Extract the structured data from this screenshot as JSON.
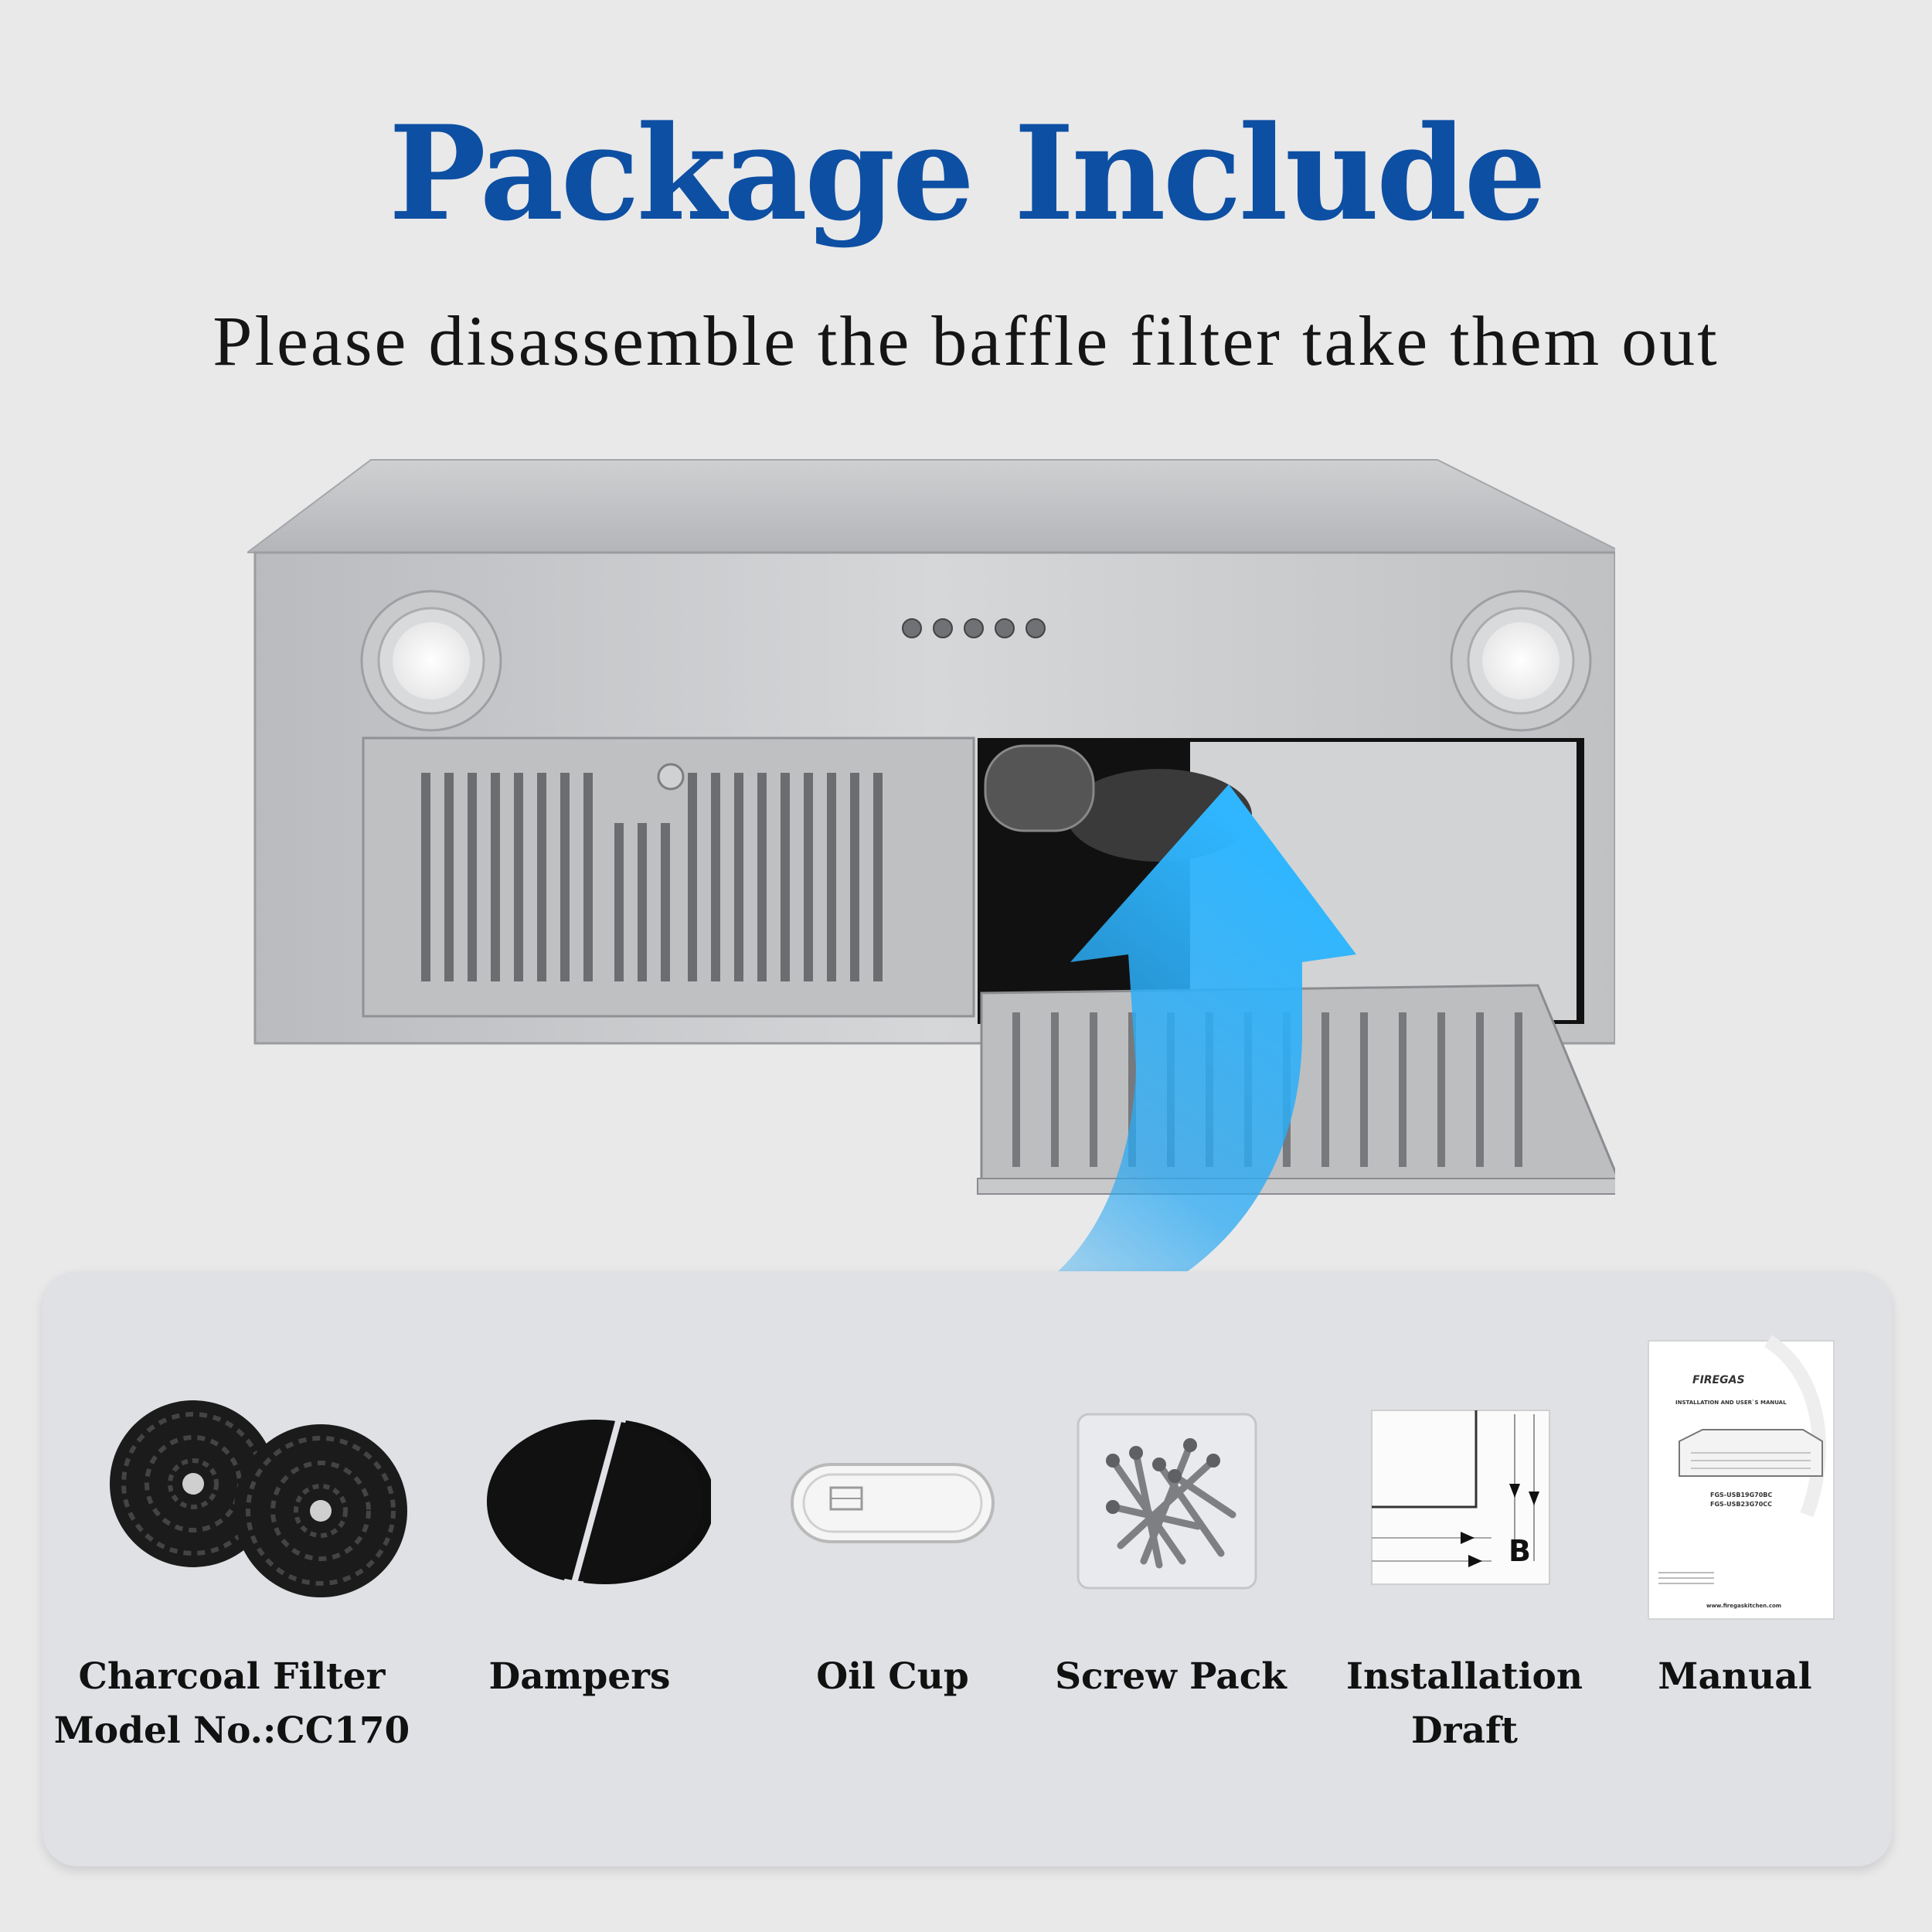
{
  "header": {
    "title": "Package Include",
    "subtitle": "Please disassemble the baffle filter take them out"
  },
  "colors": {
    "title": "#0d4fa3",
    "arrow": "#2aa9f3",
    "panel": "#dfe1e4",
    "background": "#e9e9ea"
  },
  "hood": {
    "buttons_count": 5
  },
  "items": [
    {
      "icon": "charcoal-filter-icon",
      "label_line1": "Charcoal Filter",
      "label_line2": "Model No.:CC170"
    },
    {
      "icon": "damper-icon",
      "label_line1": "Dampers",
      "label_line2": ""
    },
    {
      "icon": "oil-cup-icon",
      "label_line1": "Oil Cup",
      "label_line2": ""
    },
    {
      "icon": "screw-pack-icon",
      "label_line1": "Screw Pack",
      "label_line2": ""
    },
    {
      "icon": "installation-draft-icon",
      "label_line1": "Installation",
      "label_line2": "Draft",
      "draft_letter": "B"
    },
    {
      "icon": "manual-icon",
      "label_line1": "Manual",
      "label_line2": "",
      "manual_brand": "FIREGAS",
      "manual_heading": "INSTALLATION AND USER`S MANUAL",
      "manual_model_1": "FGS-USB19G70BC",
      "manual_model_2": "FGS-USB23G70CC",
      "manual_site": "www.firegaskitchen.com"
    }
  ]
}
